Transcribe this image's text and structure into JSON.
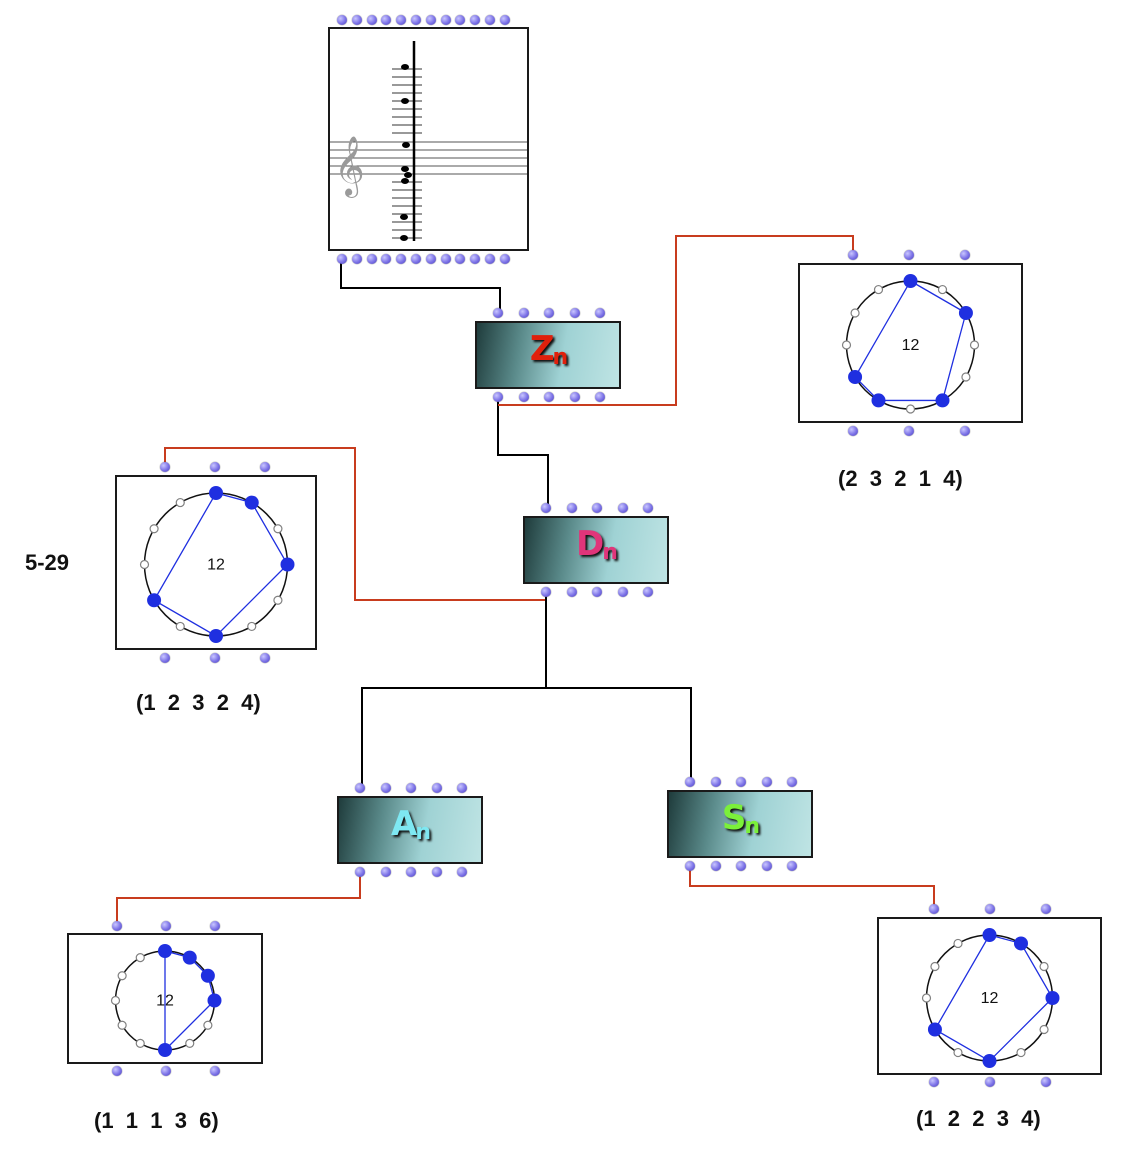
{
  "canvas": {
    "background": "#ffffff"
  },
  "colors": {
    "wire_black": "#000000",
    "wire_red": "#c83c1e",
    "inlet": "#7a70e6",
    "pc_dot": "#1f2fe0",
    "pc_line": "#1f2fe0",
    "empty_dot": "#808080"
  },
  "score_box": {
    "name": "chord-score",
    "clef_icon": "treble-clef-icon"
  },
  "operators": {
    "zn": {
      "label": "Z",
      "subscript": "n",
      "color": "#e0200c"
    },
    "dn": {
      "label": "D",
      "subscript": "n",
      "color": "#e0357a"
    },
    "an": {
      "label": "A",
      "subscript": "n",
      "color": "#7ee8f2"
    },
    "sn": {
      "label": "S",
      "subscript": "n",
      "color": "#7bf03a"
    }
  },
  "clocks": {
    "zn_out": {
      "center_label": "12",
      "pitch_classes": [
        0,
        2,
        5,
        7,
        8
      ],
      "caption": "(2  3  2  1  4)"
    },
    "dn_out": {
      "center_label": "12",
      "pitch_classes": [
        0,
        1,
        3,
        6,
        8
      ],
      "caption": "(1  2  3  2  4)",
      "set_class": "5-29"
    },
    "an_out": {
      "center_label": "12",
      "pitch_classes": [
        0,
        1,
        2,
        3,
        6
      ],
      "caption": "(1  1  1  3  6)"
    },
    "sn_out": {
      "center_label": "12",
      "pitch_classes": [
        0,
        1,
        3,
        6,
        8
      ],
      "caption": "(1  2  2  3  4)"
    }
  }
}
